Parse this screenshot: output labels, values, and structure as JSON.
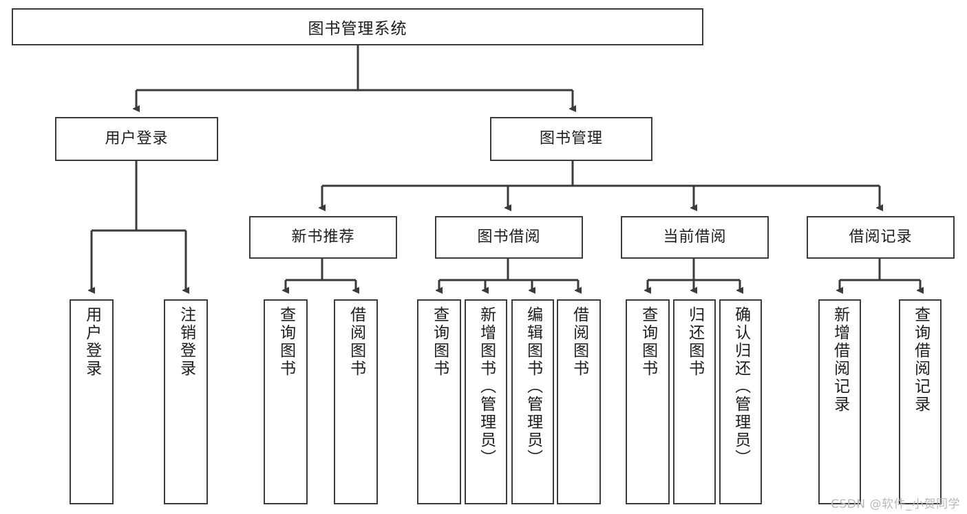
{
  "diagram": {
    "title": "图书管理系统",
    "type": "tree",
    "root": {
      "id": "root",
      "label": "图书管理系统",
      "orientation": "horizontal"
    },
    "level1": [
      {
        "id": "user-login",
        "label": "用户登录",
        "orientation": "horizontal"
      },
      {
        "id": "book-manage",
        "label": "图书管理",
        "orientation": "horizontal"
      }
    ],
    "level2": [
      {
        "id": "new-book-recommend",
        "label": "新书推荐",
        "parent": "book-manage",
        "orientation": "horizontal"
      },
      {
        "id": "book-borrow",
        "label": "图书借阅",
        "parent": "book-manage",
        "orientation": "horizontal"
      },
      {
        "id": "current-borrow",
        "label": "当前借阅",
        "parent": "book-manage",
        "orientation": "horizontal"
      },
      {
        "id": "borrow-record",
        "label": "借阅记录",
        "parent": "book-manage",
        "orientation": "horizontal"
      }
    ],
    "leaves": [
      {
        "id": "leaf-user-login",
        "label": "用户登录",
        "parent": "user-login",
        "orientation": "vertical"
      },
      {
        "id": "leaf-logout",
        "label": "注销登录",
        "parent": "user-login",
        "orientation": "vertical"
      },
      {
        "id": "leaf-query-book-1",
        "label": "查询图书",
        "parent": "new-book-recommend",
        "orientation": "vertical"
      },
      {
        "id": "leaf-borrow-book-1",
        "label": "借阅图书",
        "parent": "new-book-recommend",
        "orientation": "vertical"
      },
      {
        "id": "leaf-query-book-2",
        "label": "查询图书",
        "parent": "book-borrow",
        "orientation": "vertical"
      },
      {
        "id": "leaf-add-book",
        "label": "新增图书（管理员）",
        "parent": "book-borrow",
        "orientation": "vertical"
      },
      {
        "id": "leaf-edit-book",
        "label": "编辑图书（管理员）",
        "parent": "book-borrow",
        "orientation": "vertical"
      },
      {
        "id": "leaf-borrow-book-2",
        "label": "借阅图书",
        "parent": "book-borrow",
        "orientation": "vertical"
      },
      {
        "id": "leaf-query-book-3",
        "label": "查询图书",
        "parent": "current-borrow",
        "orientation": "vertical"
      },
      {
        "id": "leaf-return-book",
        "label": "归还图书",
        "parent": "current-borrow",
        "orientation": "vertical"
      },
      {
        "id": "leaf-confirm-return",
        "label": "确认归还（管理员）",
        "parent": "current-borrow",
        "orientation": "vertical"
      },
      {
        "id": "leaf-add-record",
        "label": "新增借阅记录",
        "parent": "borrow-record",
        "orientation": "vertical"
      },
      {
        "id": "leaf-query-record",
        "label": "查询借阅记录",
        "parent": "borrow-record",
        "orientation": "vertical"
      }
    ]
  },
  "watermark": {
    "text": "CSDN @软件_小贺同学"
  },
  "colors": {
    "stroke": "#3b3b3b",
    "background": "#ffffff",
    "text": "#1d1d1d",
    "watermark": "#b9b9b9"
  }
}
